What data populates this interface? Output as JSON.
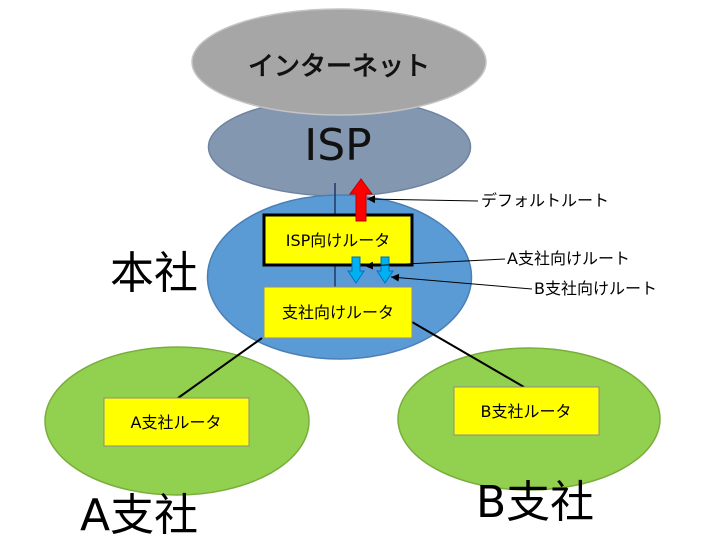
{
  "nodes": {
    "internet": {
      "label": "インターネット"
    },
    "isp": {
      "label": "ISP"
    },
    "hq": {
      "label": "本社",
      "isp_router": "ISP向けルータ",
      "branch_router": "支社向けルータ"
    },
    "branch_a": {
      "label": "A支社",
      "router": "A支社ルータ"
    },
    "branch_b": {
      "label": "B支社",
      "router": "B支社ルータ"
    }
  },
  "routes": {
    "default": "デフォルトルート",
    "to_a": "A支社向けルート",
    "to_b": "B支社向けルート"
  },
  "colors": {
    "internet": "#a6a6a6",
    "isp": "#8497b0",
    "hq": "#5b9bd5",
    "branch": "#92d050",
    "router": "#ffff00",
    "default_route_arrow": "#ff0000",
    "branch_route_arrow": "#00b0f0"
  }
}
